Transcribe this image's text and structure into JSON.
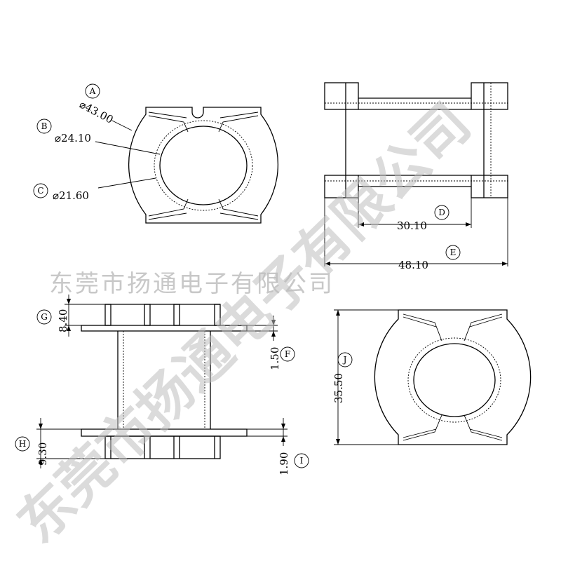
{
  "watermark": {
    "line_text": "东莞市扬通电子有限公司",
    "diagonal_text": "东莞市扬通电子有限公司"
  },
  "views": {
    "top_left": {
      "labels": [
        {
          "id": "A",
          "value": "⌀43.00"
        },
        {
          "id": "B",
          "value": "⌀24.10"
        },
        {
          "id": "C",
          "value": "⌀21.60"
        }
      ]
    },
    "top_right": {
      "labels": [
        {
          "id": "D",
          "value": "30.10"
        },
        {
          "id": "E",
          "value": "48.10"
        }
      ]
    },
    "bottom_left": {
      "labels": [
        {
          "id": "G",
          "value": "8.40"
        },
        {
          "id": "F",
          "value": "1.50"
        },
        {
          "id": "H",
          "value": "9.30"
        },
        {
          "id": "I",
          "value": "1.90"
        }
      ]
    },
    "bottom_right": {
      "labels": [
        {
          "id": "J",
          "value": "35.50"
        }
      ]
    }
  }
}
